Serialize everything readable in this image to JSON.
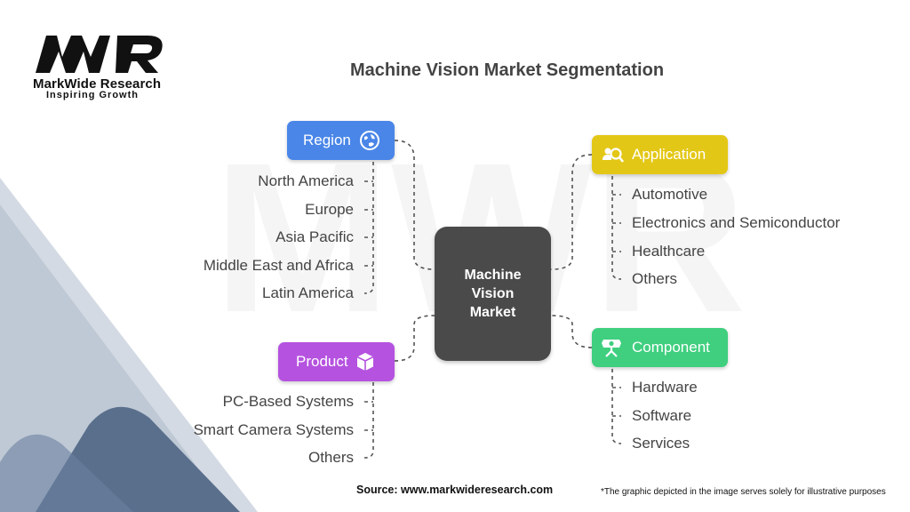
{
  "brand": {
    "name": "MarkWide Research",
    "tagline": "Inspiring Growth",
    "logo_letters": "MWR"
  },
  "title": "Machine Vision Market Segmentation",
  "center": {
    "label": "Machine Vision Market"
  },
  "categories": {
    "region": {
      "label": "Region",
      "color": "#4a86e8",
      "icon": "globe-icon",
      "items": [
        "North America",
        "Europe",
        "Asia Pacific",
        "Middle East and Africa",
        "Latin America"
      ]
    },
    "product": {
      "label": "Product",
      "color": "#b552e0",
      "icon": "box-icon",
      "items": [
        "PC-Based Systems",
        "Smart Camera Systems",
        "Others"
      ]
    },
    "application": {
      "label": "Application",
      "color": "#e3c716",
      "icon": "people-search-icon",
      "items": [
        "Automotive",
        "Electronics and Semiconductor",
        "Healthcare",
        "Others"
      ]
    },
    "component": {
      "label": "Component",
      "color": "#3fcf7f",
      "icon": "camera-stand-icon",
      "items": [
        "Hardware",
        "Software",
        "Services"
      ]
    }
  },
  "footer": {
    "source": "Source: www.markwideresearch.com",
    "note": "*The graphic depicted in the image serves solely for illustrative purposes"
  }
}
